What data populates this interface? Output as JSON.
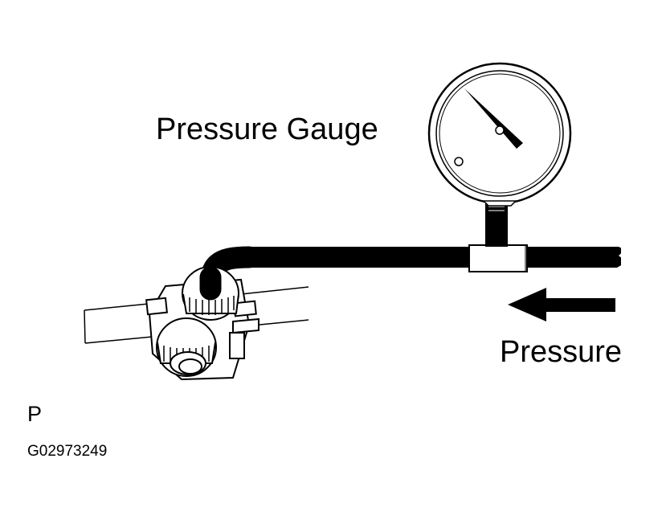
{
  "labels": {
    "gauge": "Pressure Gauge",
    "flow": "Pressure",
    "corner_letter": "P",
    "figure_code": "G02973249"
  },
  "colors": {
    "ink": "#000000",
    "paper": "#ffffff"
  },
  "icons": {
    "gauge": "pressure-gauge-icon",
    "arrow": "arrow-left-icon",
    "valve": "valve-icon",
    "tee": "tee-fitting-icon"
  }
}
